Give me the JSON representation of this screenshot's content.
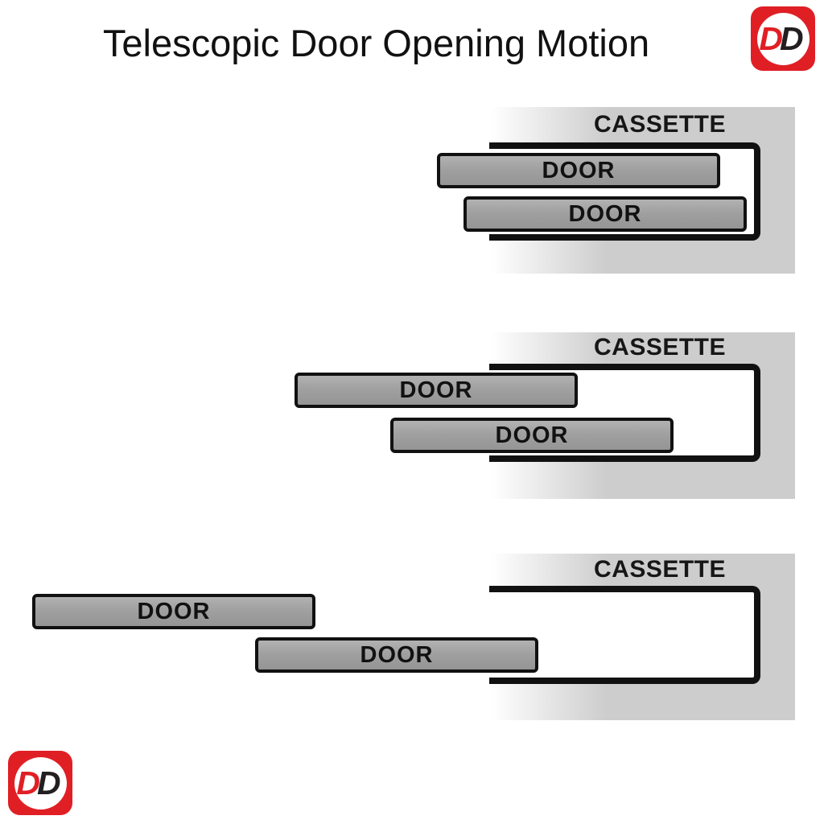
{
  "title": "Telescopic Door Opening Motion",
  "logo": {
    "first_letter": "D",
    "second_letter": "D"
  },
  "colors": {
    "brand_red": "#e01f25",
    "logo_dark": "#231f20",
    "outline": "#111111",
    "door_fill": "#a0a0a0",
    "cassette_gray": "#cdcdcd"
  },
  "sections": [
    {
      "cassette_label": "CASSETTE",
      "doors": [
        {
          "label": "DOOR"
        },
        {
          "label": "DOOR"
        }
      ]
    },
    {
      "cassette_label": "CASSETTE",
      "doors": [
        {
          "label": "DOOR"
        },
        {
          "label": "DOOR"
        }
      ]
    },
    {
      "cassette_label": "CASSETTE",
      "doors": [
        {
          "label": "DOOR"
        },
        {
          "label": "DOOR"
        }
      ]
    }
  ]
}
